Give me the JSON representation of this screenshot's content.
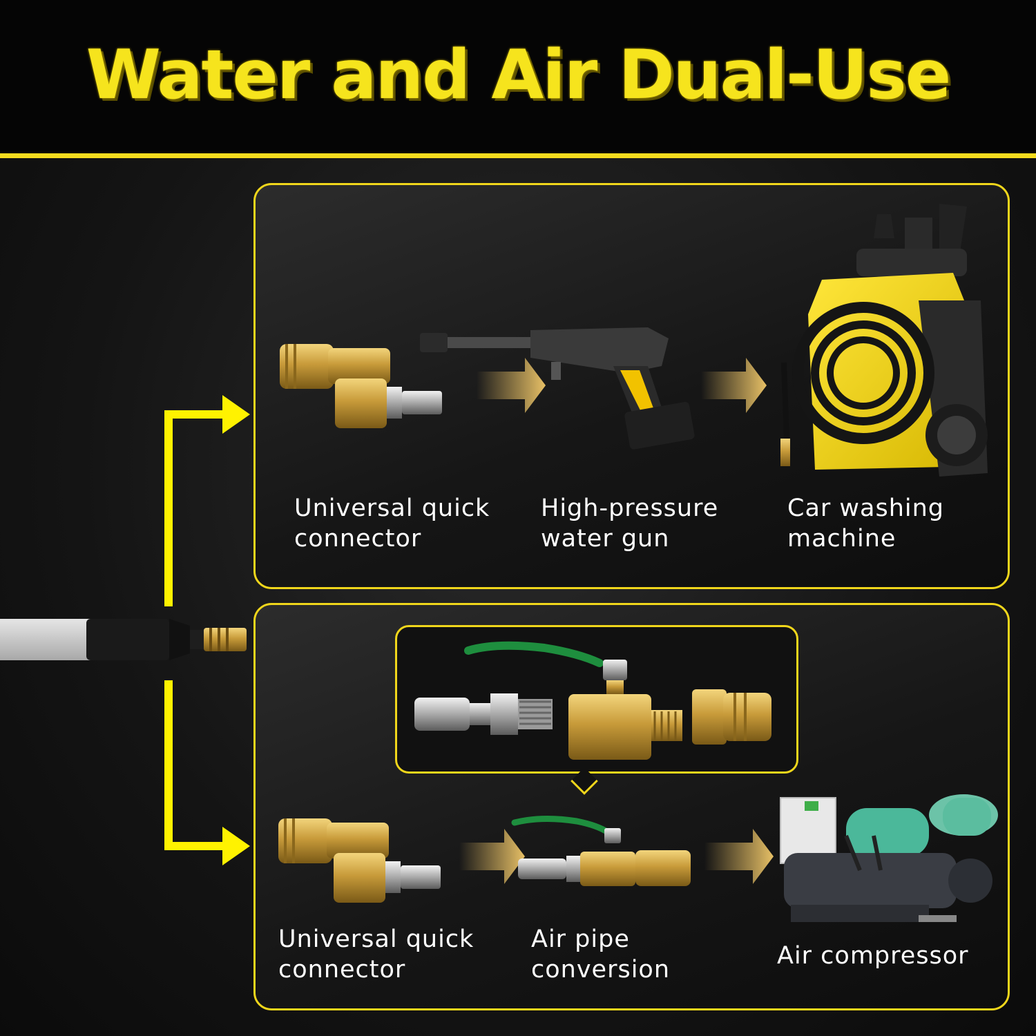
{
  "title": "Water and Air Dual-Use",
  "colors": {
    "accent": "#f5dc1e",
    "background": "#141414",
    "text": "#ffffff",
    "brass": "#c89b3a"
  },
  "water_panel": {
    "items": [
      {
        "line1": "Universal quick",
        "line2": "connector",
        "icon": "brass-swivel-connector-icon"
      },
      {
        "line1": "High-pressure",
        "line2": "water gun",
        "icon": "water-gun-icon"
      },
      {
        "line1": "Car washing",
        "line2": "machine",
        "icon": "pressure-washer-machine-icon"
      }
    ]
  },
  "air_panel": {
    "items": [
      {
        "line1": "Universal quick",
        "line2": "connector",
        "icon": "brass-swivel-connector-icon"
      },
      {
        "line1": "Air pipe",
        "line2": "conversion",
        "icon": "ball-valve-adapter-icon"
      },
      {
        "line1": "Air compressor",
        "icon": "air-compressor-icon"
      }
    ],
    "inset_parts": [
      "air-plug-icon",
      "ball-valve-icon",
      "brass-coupler-icon"
    ]
  }
}
